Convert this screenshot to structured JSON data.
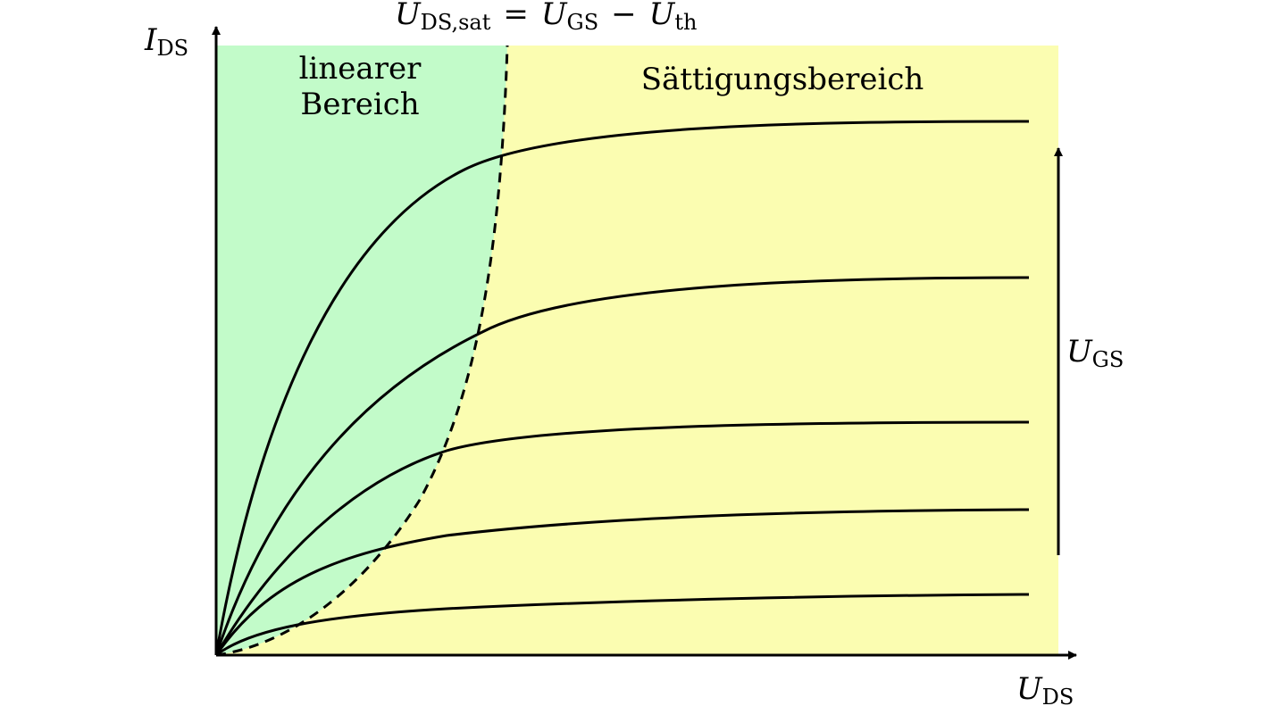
{
  "regions": {
    "linear": {
      "line1": "linearer",
      "line2": "Bereich",
      "color": "#c2fbc9"
    },
    "saturation": {
      "label": "Sättigungsbereich",
      "color": "#fbfdb1"
    }
  },
  "axes": {
    "y": {
      "symbol": "I",
      "subscript": "DS"
    },
    "x": {
      "symbol": "U",
      "subscript": "DS"
    }
  },
  "boundary": {
    "lhs_symbol": "U",
    "lhs_sub": "DS,sat",
    "eq": "=",
    "rhs1_symbol": "U",
    "rhs1_sub": "GS",
    "minus": "−",
    "rhs2_symbol": "U",
    "rhs2_sub": "th",
    "style": "dashed"
  },
  "gate_arrow": {
    "symbol": "U",
    "subscript": "GS"
  },
  "curves": {
    "count": 5
  },
  "colors": {
    "line": "#000000"
  }
}
